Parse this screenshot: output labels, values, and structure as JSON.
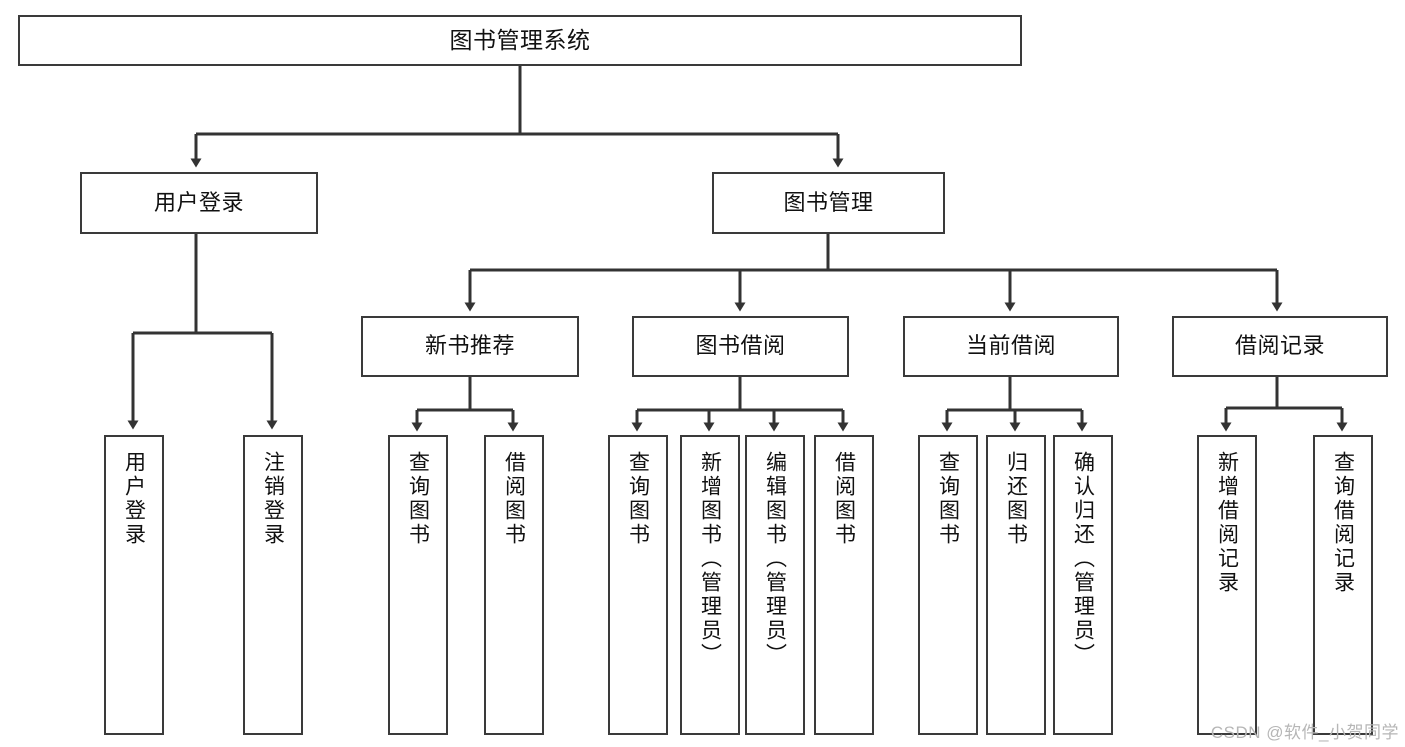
{
  "diagram": {
    "title": "图书管理系统",
    "type": "tree-hierarchy-diagram",
    "root": {
      "id": "root",
      "label": "图书管理系统"
    },
    "level1": [
      {
        "id": "user-login",
        "label": "用户登录"
      },
      {
        "id": "book-management",
        "label": "图书管理"
      }
    ],
    "level2": [
      {
        "id": "new-book-recommend",
        "label": "新书推荐"
      },
      {
        "id": "book-borrow",
        "label": "图书借阅"
      },
      {
        "id": "current-borrow",
        "label": "当前借阅"
      },
      {
        "id": "borrow-record",
        "label": "借阅记录"
      }
    ],
    "leaves": [
      {
        "id": "leaf-user-login",
        "label": "用户登录",
        "parent": "user-login"
      },
      {
        "id": "leaf-logout-login",
        "label": "注销登录",
        "parent": "user-login"
      },
      {
        "id": "leaf-query-book-1",
        "label": "查询图书",
        "parent": "new-book-recommend"
      },
      {
        "id": "leaf-borrow-book-1",
        "label": "借阅图书",
        "parent": "new-book-recommend"
      },
      {
        "id": "leaf-query-book-2",
        "label": "查询图书",
        "parent": "book-borrow"
      },
      {
        "id": "leaf-add-book",
        "label": "新增图书（管理员）",
        "parent": "book-borrow"
      },
      {
        "id": "leaf-edit-book",
        "label": "编辑图书（管理员）",
        "parent": "book-borrow"
      },
      {
        "id": "leaf-borrow-book-2",
        "label": "借阅图书",
        "parent": "book-borrow"
      },
      {
        "id": "leaf-query-book-3",
        "label": "查询图书",
        "parent": "current-borrow"
      },
      {
        "id": "leaf-return-book",
        "label": "归还图书",
        "parent": "current-borrow"
      },
      {
        "id": "leaf-confirm-return",
        "label": "确认归还（管理员）",
        "parent": "current-borrow"
      },
      {
        "id": "leaf-add-record",
        "label": "新增借阅记录",
        "parent": "borrow-record"
      },
      {
        "id": "leaf-query-record",
        "label": "查询借阅记录",
        "parent": "borrow-record"
      }
    ]
  },
  "watermark": {
    "text": "CSDN @软件_小贺同学"
  },
  "colors": {
    "stroke": "#3a3a3a",
    "background": "#ffffff",
    "text": "#111111",
    "watermark": "#b6b6b6"
  }
}
